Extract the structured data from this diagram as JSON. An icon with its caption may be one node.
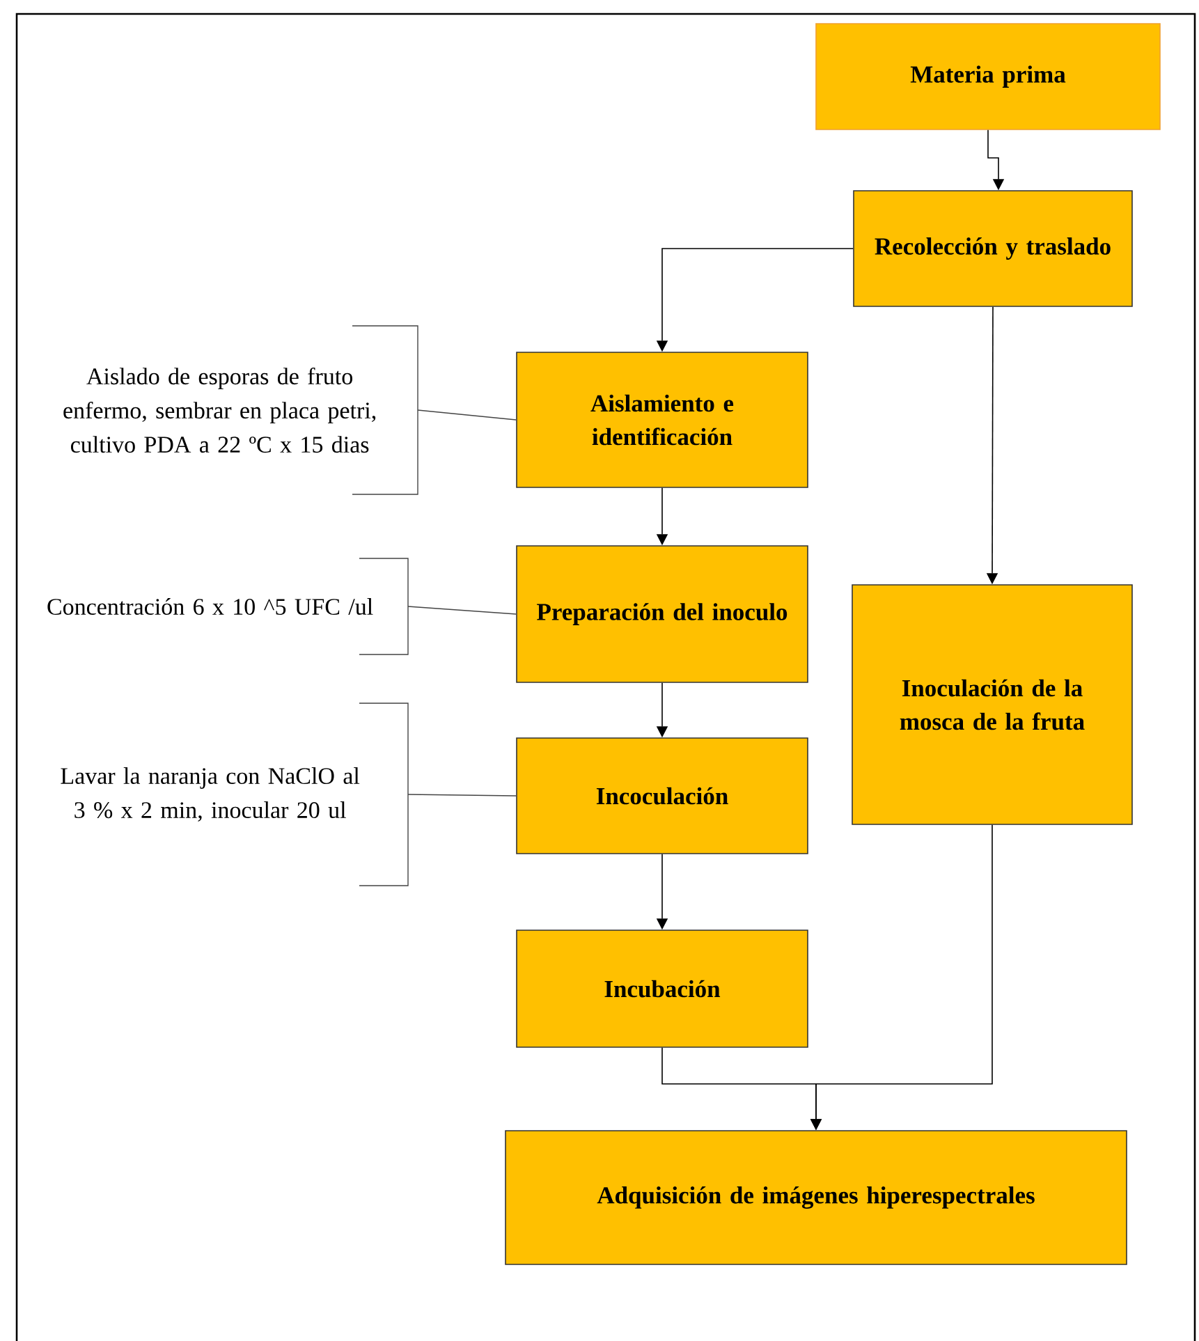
{
  "diagram": {
    "nodes": [
      {
        "text": [
          "Materia prima"
        ]
      },
      {
        "text": [
          "Recolección y traslado"
        ]
      },
      {
        "text": [
          "Aislamiento e identificación"
        ]
      },
      {
        "text": [
          "Preparación del inoculo"
        ]
      },
      {
        "text": [
          "Incoculación"
        ]
      },
      {
        "text": [
          "Incubación"
        ]
      },
      {
        "text": [
          "Inoculación de la mosca de la fruta"
        ]
      },
      {
        "text": [
          "Adquisición de imágenes hiperespectrales"
        ]
      },
      {
        "text": [
          "Aislado de esporas de fruto enfermo, sembrar en placa petri, cultivo PDA a 22 ºC x 15 dias"
        ]
      },
      {
        "text": [
          "Concentración 6 x 10 ^5 UFC /ul"
        ]
      },
      {
        "text": [
          "Lavar la naranja con NaClO al 3 % x 2 min, inocular 20 ul"
        ]
      }
    ],
    "edges": [
      {
        "from": 0,
        "to": 1,
        "arrow": "to"
      },
      {
        "from": 1,
        "to": 2,
        "arrow": "to"
      },
      {
        "from": 1,
        "to": 6,
        "arrow": "to"
      },
      {
        "from": 2,
        "to": 3,
        "arrow": "to"
      },
      {
        "from": 3,
        "to": 4,
        "arrow": "to"
      },
      {
        "from": 4,
        "to": 5,
        "arrow": "to"
      },
      {
        "from": 5,
        "to": 7,
        "arrow": "to"
      },
      {
        "from": 6,
        "to": 7,
        "arrow": "to"
      },
      {
        "from": 8,
        "to": 2,
        "arrow": "none"
      },
      {
        "from": 9,
        "to": 3,
        "arrow": "none"
      },
      {
        "from": 10,
        "to": 4,
        "arrow": "none"
      }
    ]
  }
}
